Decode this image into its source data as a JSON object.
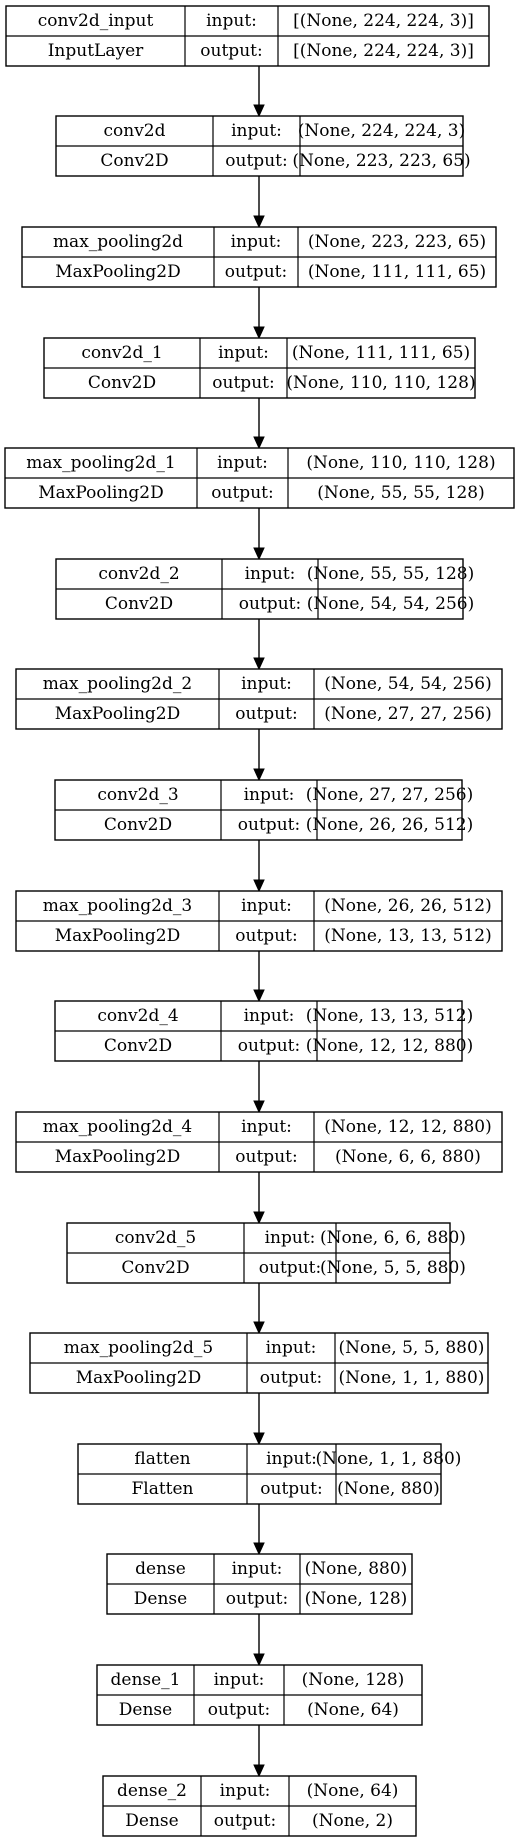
{
  "diagram": {
    "layers": [
      {
        "name": "conv2d_input",
        "type": "InputLayer",
        "input_label": "input:",
        "output_label": "output:",
        "input_shape": "[(None, 224, 224, 3)]",
        "output_shape": "[(None, 224, 224, 3)]"
      },
      {
        "name": "conv2d",
        "type": "Conv2D",
        "input_label": "input:",
        "output_label": "output:",
        "input_shape": "(None, 224, 224, 3)",
        "output_shape": "(None, 223, 223, 65)"
      },
      {
        "name": "max_pooling2d",
        "type": "MaxPooling2D",
        "input_label": "input:",
        "output_label": "output:",
        "input_shape": "(None, 223, 223, 65)",
        "output_shape": "(None, 111, 111, 65)"
      },
      {
        "name": "conv2d_1",
        "type": "Conv2D",
        "input_label": "input:",
        "output_label": "output:",
        "input_shape": "(None, 111, 111, 65)",
        "output_shape": "(None, 110, 110, 128)"
      },
      {
        "name": "max_pooling2d_1",
        "type": "MaxPooling2D",
        "input_label": "input:",
        "output_label": "output:",
        "input_shape": "(None, 110, 110, 128)",
        "output_shape": "(None, 55, 55, 128)"
      },
      {
        "name": "conv2d_2",
        "type": "Conv2D",
        "input_label": "input:",
        "output_label": "output:",
        "input_shape": "(None, 55, 55, 128)",
        "output_shape": "(None, 54, 54, 256)"
      },
      {
        "name": "max_pooling2d_2",
        "type": "MaxPooling2D",
        "input_label": "input:",
        "output_label": "output:",
        "input_shape": "(None, 54, 54, 256)",
        "output_shape": "(None, 27, 27, 256)"
      },
      {
        "name": "conv2d_3",
        "type": "Conv2D",
        "input_label": "input:",
        "output_label": "output:",
        "input_shape": "(None, 27, 27, 256)",
        "output_shape": "(None, 26, 26, 512)"
      },
      {
        "name": "max_pooling2d_3",
        "type": "MaxPooling2D",
        "input_label": "input:",
        "output_label": "output:",
        "input_shape": "(None, 26, 26, 512)",
        "output_shape": "(None, 13, 13, 512)"
      },
      {
        "name": "conv2d_4",
        "type": "Conv2D",
        "input_label": "input:",
        "output_label": "output:",
        "input_shape": "(None, 13, 13, 512)",
        "output_shape": "(None, 12, 12, 880)"
      },
      {
        "name": "max_pooling2d_4",
        "type": "MaxPooling2D",
        "input_label": "input:",
        "output_label": "output:",
        "input_shape": "(None, 12, 12, 880)",
        "output_shape": "(None, 6, 6, 880)"
      },
      {
        "name": "conv2d_5",
        "type": "Conv2D",
        "input_label": "input:",
        "output_label": "output:",
        "input_shape": "(None, 6, 6, 880)",
        "output_shape": "(None, 5, 5, 880)"
      },
      {
        "name": "max_pooling2d_5",
        "type": "MaxPooling2D",
        "input_label": "input:",
        "output_label": "output:",
        "input_shape": "(None, 5, 5, 880)",
        "output_shape": "(None, 1, 1, 880)"
      },
      {
        "name": "flatten",
        "type": "Flatten",
        "input_label": "input:",
        "output_label": "output:",
        "input_shape": "(None, 1, 1, 880)",
        "output_shape": "(None, 880)"
      },
      {
        "name": "dense",
        "type": "Dense",
        "input_label": "input:",
        "output_label": "output:",
        "input_shape": "(None, 880)",
        "output_shape": "(None, 128)"
      },
      {
        "name": "dense_1",
        "type": "Dense",
        "input_label": "input:",
        "output_label": "output:",
        "input_shape": "(None, 128)",
        "output_shape": "(None, 64)"
      },
      {
        "name": "dense_2",
        "type": "Dense",
        "input_label": "input:",
        "output_label": "output:",
        "input_shape": "(None, 64)",
        "output_shape": "(None, 2)"
      }
    ]
  }
}
